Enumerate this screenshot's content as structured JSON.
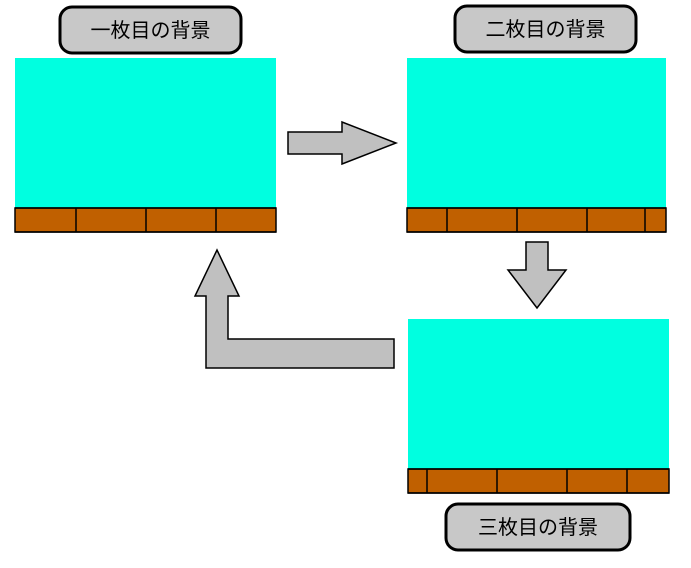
{
  "labels": {
    "first": "一枚目の背景",
    "second": "二枚目の背景",
    "third": "三枚目の背景"
  },
  "colors": {
    "sky": "#00FFE0",
    "ground": "#C06000",
    "label_fill": "#C8C8C8",
    "arrow_fill": "#C0C0C0",
    "outline": "#000000"
  }
}
